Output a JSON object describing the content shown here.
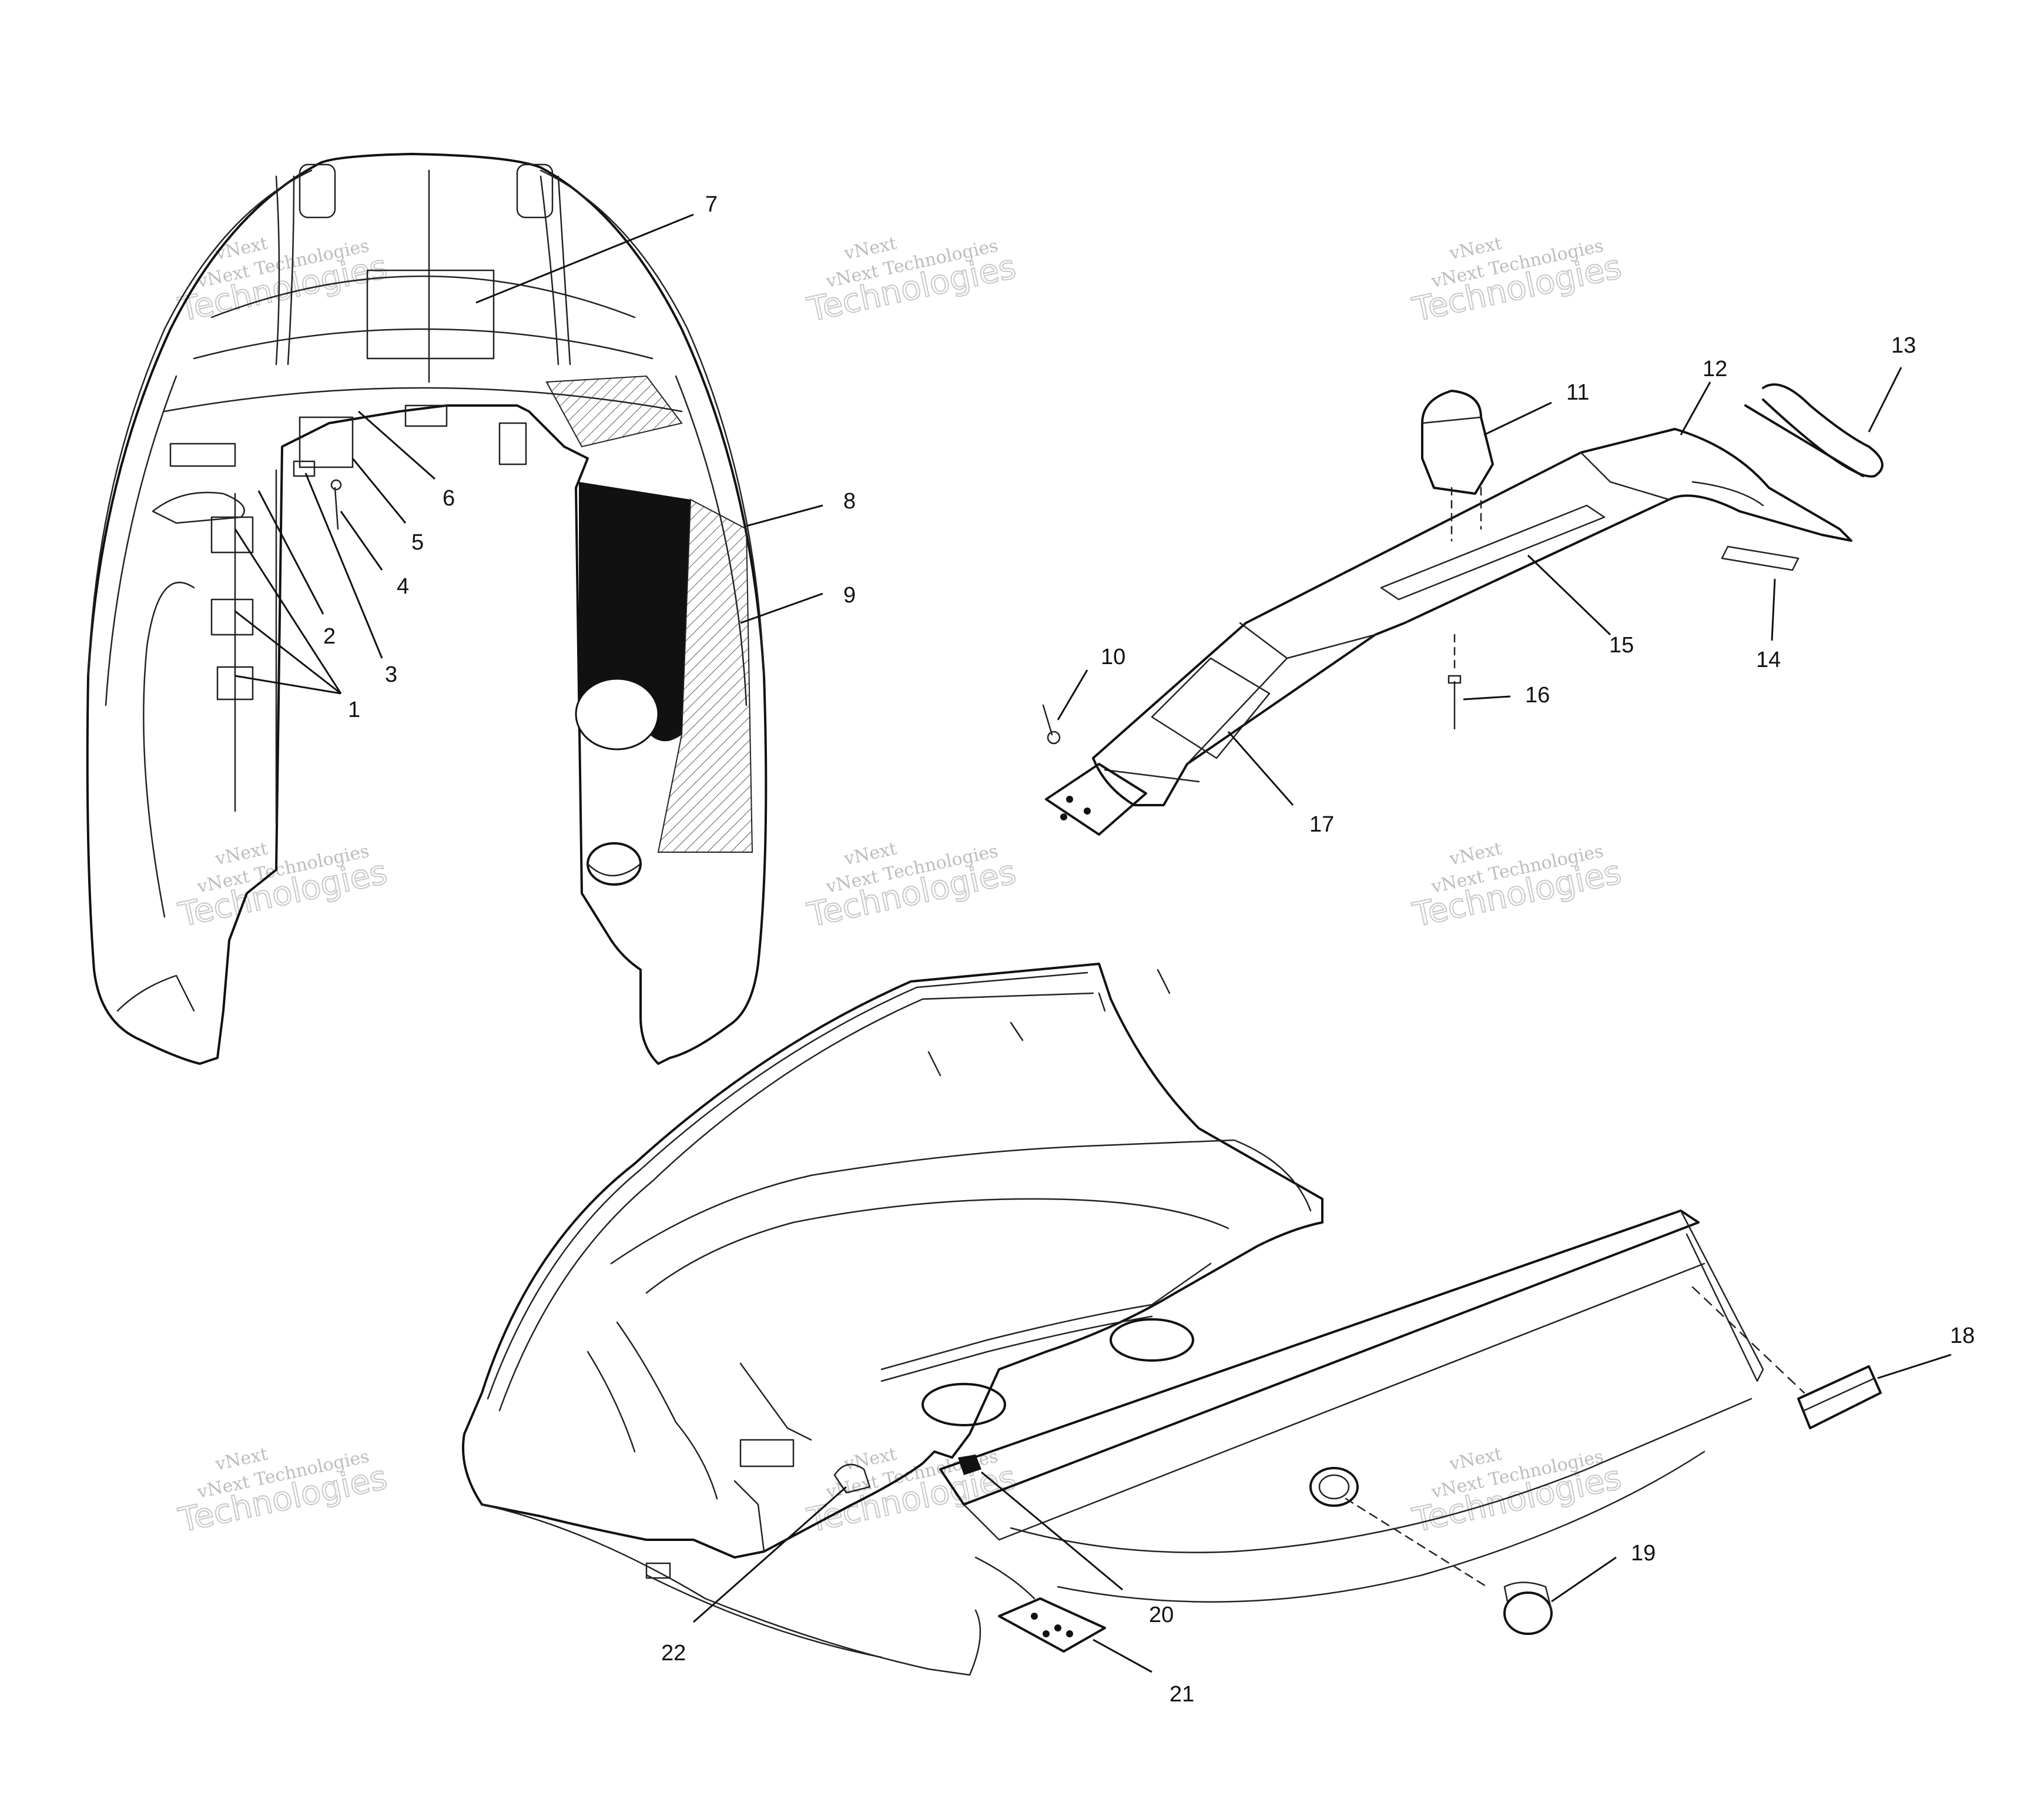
{
  "watermark": {
    "line1": "vNext",
    "line2": "vNext Technologies",
    "line3": "Technologies"
  },
  "callouts": {
    "c1": "1",
    "c2": "2",
    "c3": "3",
    "c4": "4",
    "c5": "5",
    "c6": "6",
    "c7": "7",
    "c8": "8",
    "c9": "9",
    "c10": "10",
    "c11": "11",
    "c12": "12",
    "c13": "13",
    "c14": "14",
    "c15": "15",
    "c16": "16",
    "c17": "17",
    "c18": "18",
    "c19": "19",
    "c20": "20",
    "c21": "21",
    "c22": "22"
  }
}
